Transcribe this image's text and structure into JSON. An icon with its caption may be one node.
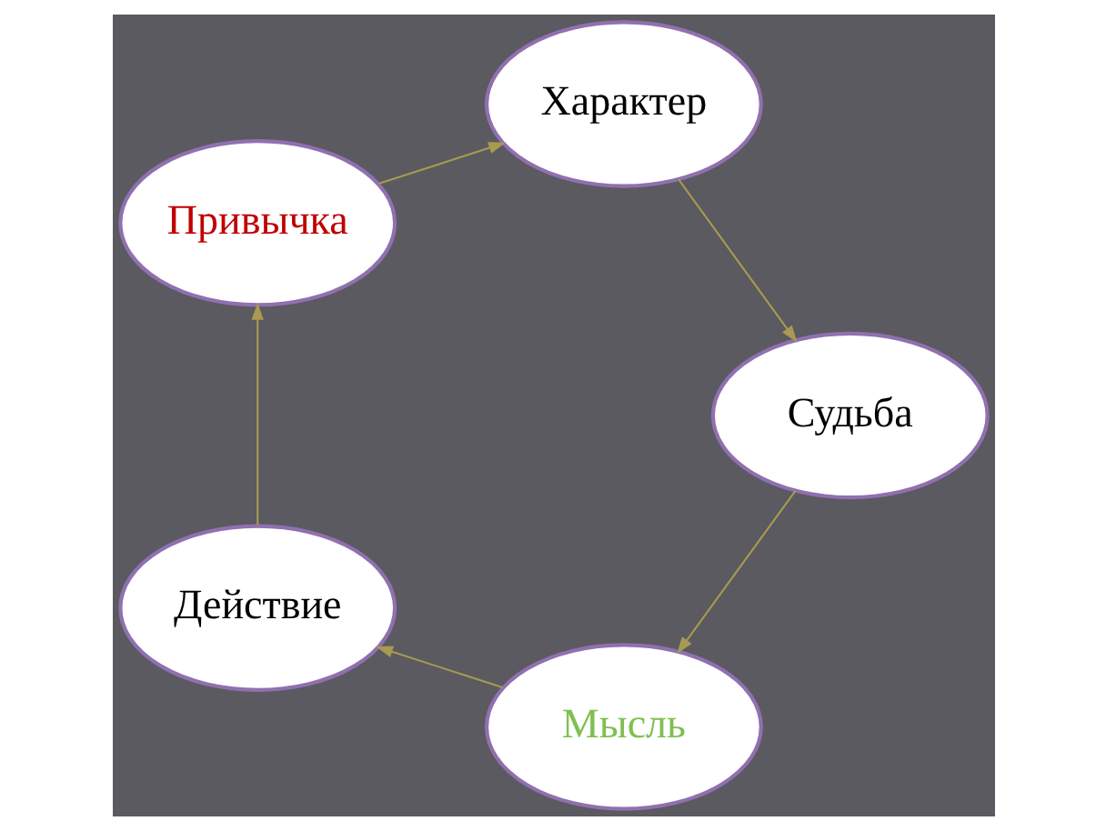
{
  "diagram": {
    "nodes": [
      {
        "text": [
          "Мысль"
        ]
      },
      {
        "text": [
          "Действие"
        ]
      },
      {
        "text": [
          "Привычка"
        ]
      },
      {
        "text": [
          "Характер"
        ]
      },
      {
        "text": [
          "Судьба"
        ]
      }
    ],
    "edges": [
      {
        "from": 0,
        "to": 1,
        "arrow": "to"
      },
      {
        "from": 1,
        "to": 2,
        "arrow": "to"
      },
      {
        "from": 2,
        "to": 3,
        "arrow": "to"
      },
      {
        "from": 3,
        "to": 4,
        "arrow": "to"
      },
      {
        "from": 4,
        "to": 0,
        "arrow": "to"
      }
    ]
  }
}
